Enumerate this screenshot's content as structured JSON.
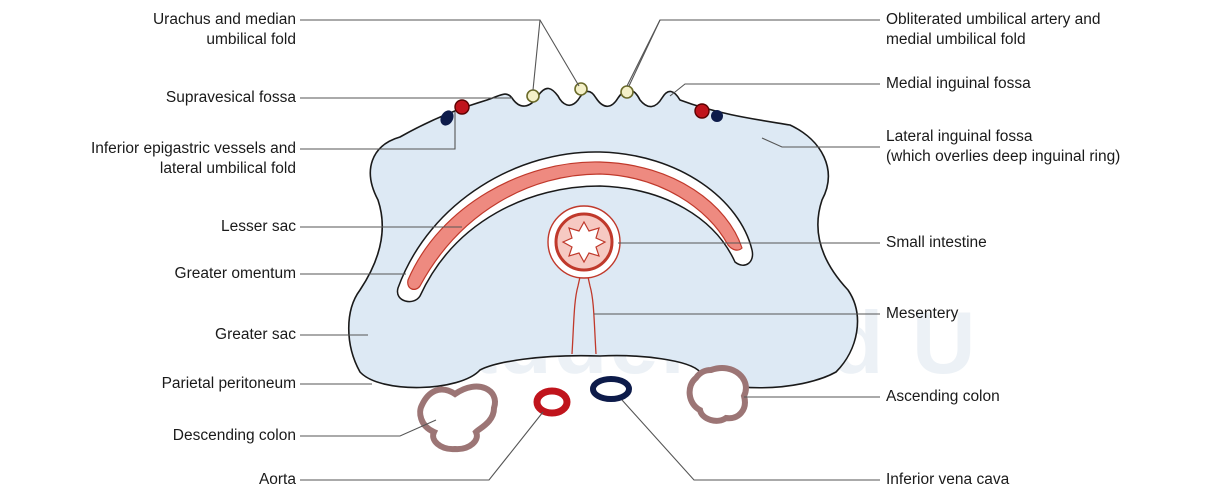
{
  "watermark": "Bladder and U",
  "labels_left": [
    {
      "id": "urachus",
      "lines": [
        "Urachus and median",
        "umbilical fold"
      ]
    },
    {
      "id": "supravesical",
      "lines": [
        "Supravesical fossa"
      ]
    },
    {
      "id": "inf-epigastric",
      "lines": [
        "Inferior epigastric vessels and",
        "lateral umbilical fold"
      ]
    },
    {
      "id": "lesser-sac",
      "lines": [
        "Lesser sac"
      ]
    },
    {
      "id": "greater-omentum",
      "lines": [
        "Greater omentum"
      ]
    },
    {
      "id": "greater-sac",
      "lines": [
        "Greater sac"
      ]
    },
    {
      "id": "parietal",
      "lines": [
        "Parietal peritoneum"
      ]
    },
    {
      "id": "descending",
      "lines": [
        "Descending colon"
      ]
    },
    {
      "id": "aorta",
      "lines": [
        "Aorta"
      ]
    }
  ],
  "labels_right": [
    {
      "id": "obliterated",
      "lines": [
        "Obliterated umbilical artery and",
        "medial umbilical fold"
      ]
    },
    {
      "id": "medial-inguinal",
      "lines": [
        "Medial inguinal fossa"
      ]
    },
    {
      "id": "lateral-inguinal",
      "lines": [
        "Lateral inguinal fossa",
        "(which overlies deep inguinal ring)"
      ]
    },
    {
      "id": "small-intestine",
      "lines": [
        "Small intestine"
      ]
    },
    {
      "id": "mesentery",
      "lines": [
        "Mesentery"
      ]
    },
    {
      "id": "ascending",
      "lines": [
        "Ascending colon"
      ]
    },
    {
      "id": "ivc",
      "lines": [
        "Inferior vena cava"
      ]
    }
  ],
  "colors": {
    "cavity_fill": "#dde9f4",
    "outline": "#1a1a1a",
    "omentum_fill": "#ee8a80",
    "omentum_outline": "#c0392b",
    "artery": "#c0141c",
    "vein": "#0d1b4a",
    "umbilical_vessel": "#f4f0c8",
    "leader": "#555555"
  }
}
